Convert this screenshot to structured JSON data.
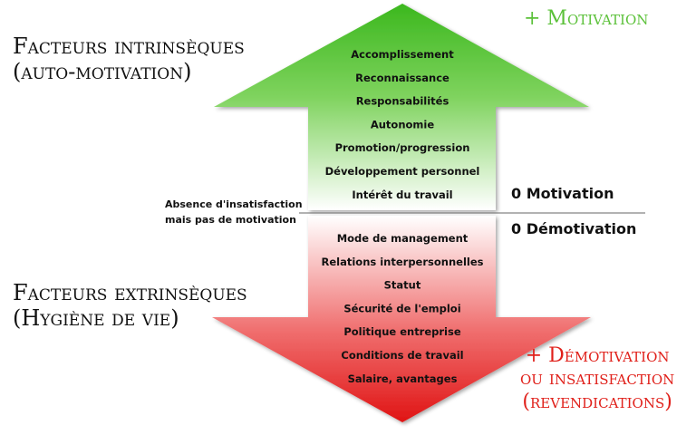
{
  "intrinsic": {
    "title_line1": "Facteurs intrinsèques",
    "title_line2": "(auto-motivation)",
    "items": [
      "Accomplissement",
      "Reconnaissance",
      "Responsabilités",
      "Autonomie",
      "Promotion/progression",
      "Développement personnel",
      "Intérêt du travail"
    ],
    "effect_label": "+ Motivation"
  },
  "extrinsic": {
    "title_line1": "Facteurs extrinsèques",
    "title_line2": "(Hygiène de vie)",
    "items": [
      "Mode de management",
      "Relations interpersonnelles",
      "Statut",
      "Sécurité de l'emploi",
      "Politique entreprise",
      "Conditions de travail",
      "Salaire, avantages"
    ],
    "effect_line1": "+ Démotivation",
    "effect_line2": "ou insatisfaction",
    "effect_line3": "(revendications)"
  },
  "neutral": {
    "note_line1": "Absence d'insatisfaction",
    "note_line2": "mais pas de motivation",
    "zero_motivation": "0 Motivation",
    "zero_demotivation": "0 Démotivation"
  },
  "colors": {
    "up_top": "#3cb81e",
    "up_bottom": "#ffffff",
    "down_top": "#ffffff",
    "down_bottom": "#e01414",
    "plus_motivation": "#5cc13a",
    "plus_demotivation": "#e0201a"
  }
}
